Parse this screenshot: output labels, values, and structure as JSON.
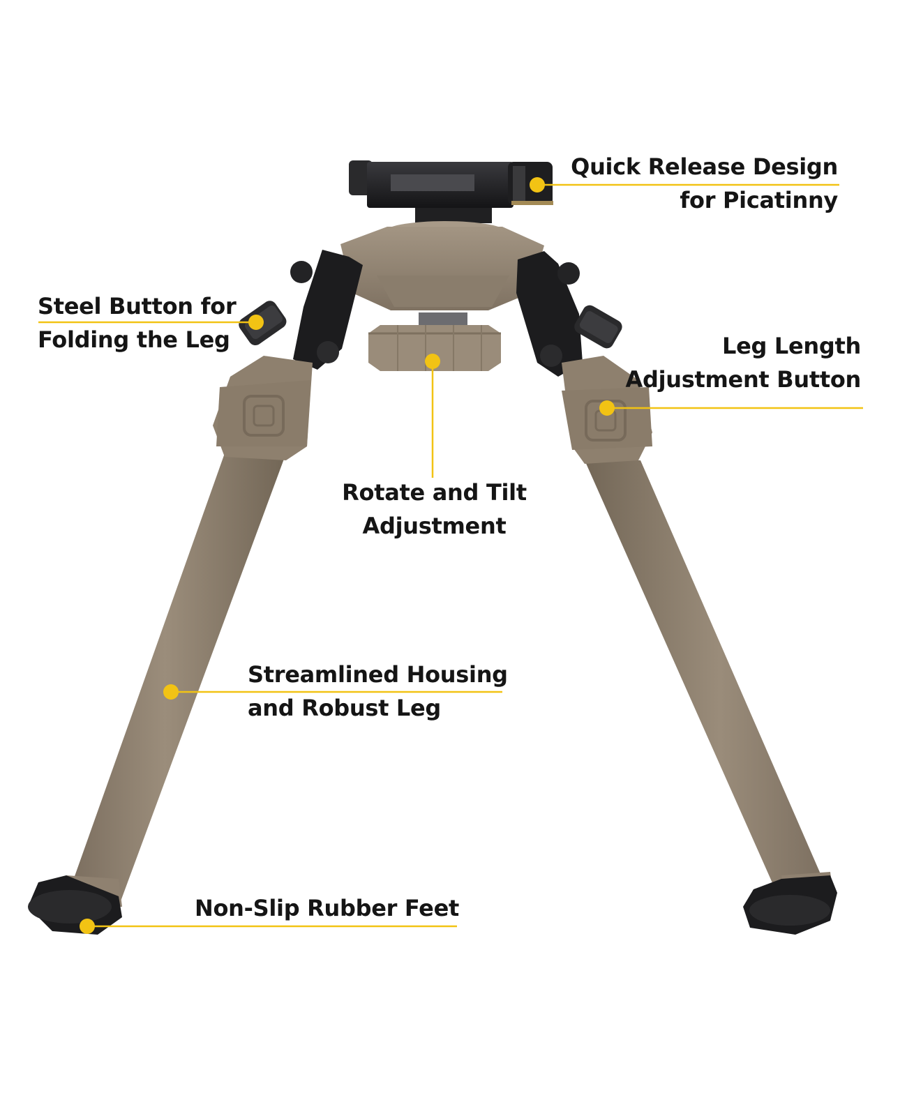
{
  "accent_color": "#f2c314",
  "product": {
    "body_color": "#8f8170",
    "metal_color": "#1b1b1d"
  },
  "callouts": {
    "quick_release": {
      "line1": "Quick Release Design",
      "line2": "for Picatinny"
    },
    "steel_button": {
      "line1": "Steel Button for",
      "line2": "Folding the Leg"
    },
    "leg_length": {
      "line1": "Leg Length",
      "line2": "Adjustment Button"
    },
    "rotate_tilt": {
      "line1": "Rotate and Tilt",
      "line2": "Adjustment"
    },
    "housing": {
      "line1": "Streamlined Housing",
      "line2": "and Robust Leg"
    },
    "feet": {
      "line1": "Non-Slip Rubber Feet"
    }
  }
}
